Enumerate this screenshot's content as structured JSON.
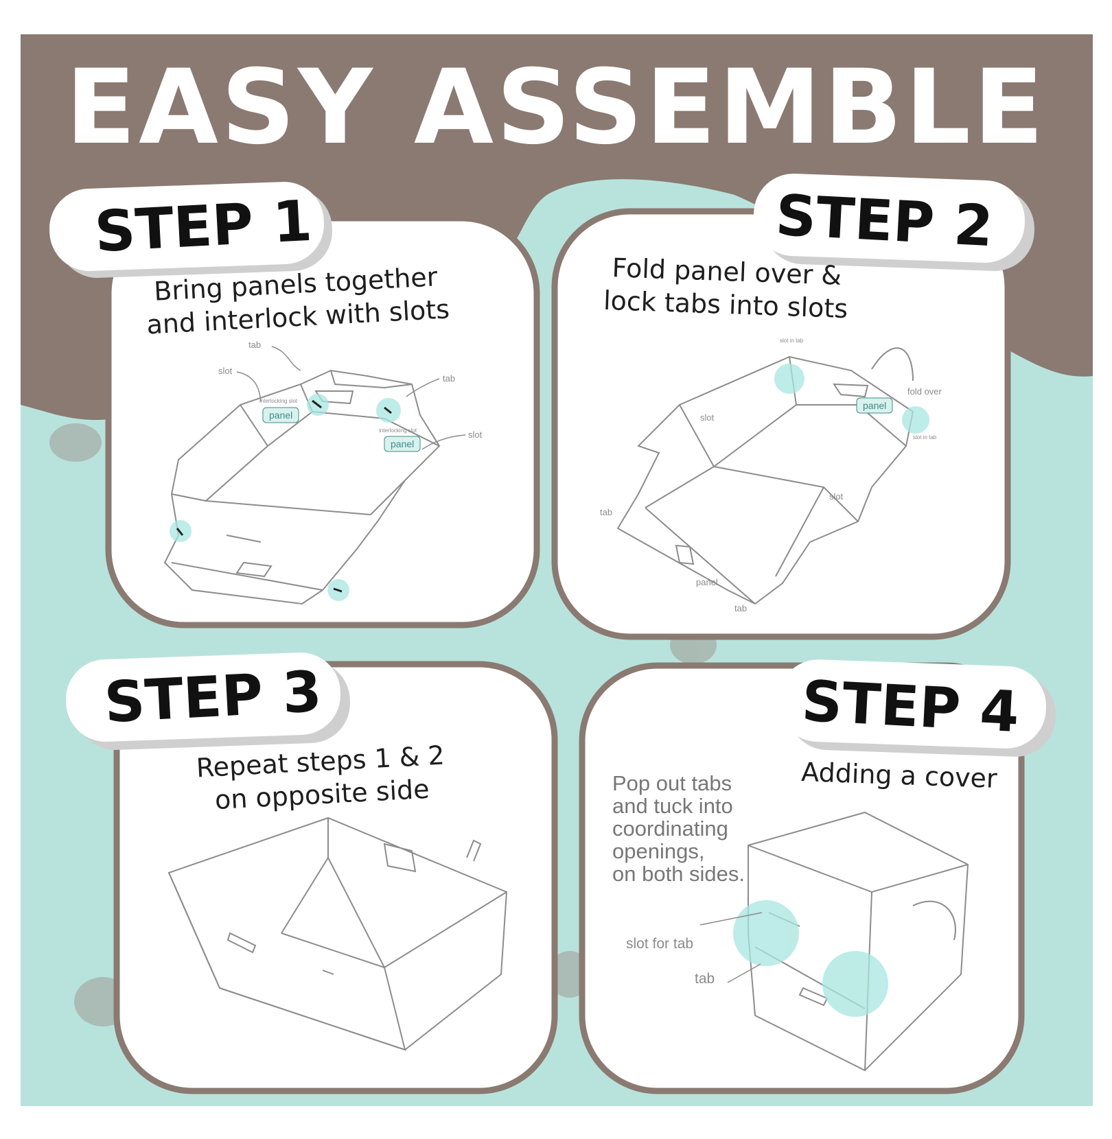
{
  "title": "EASY ASSEMBLE",
  "colors": {
    "brown": "#8a7a72",
    "mint": "#b8e3dc",
    "card": "#ffffff",
    "highlight": "#a8e6e0",
    "line": "#8c8c8c"
  },
  "steps": [
    {
      "label": "STEP 1",
      "instruction_lines": [
        "Bring panels together",
        "and interlock with slots"
      ],
      "callouts": {
        "tab_top": "tab",
        "slot_left": "slot",
        "tab_right": "tab",
        "slot_right": "slot",
        "interlocking_left": "interlocking slot",
        "interlocking_right": "interlocking slot",
        "panel_a": "panel",
        "panel_b": "panel"
      }
    },
    {
      "label": "STEP 2",
      "instruction_lines": [
        "Fold panel over &",
        "lock tabs into slots"
      ],
      "callouts": {
        "slot_in_tab_top": "slot in tab",
        "fold_over": "fold over",
        "panel": "panel",
        "slot_in_tab_right": "slot in tab",
        "slot_left": "slot",
        "slot_right": "slot",
        "tab_left": "tab",
        "panel_bottom": "panel",
        "tab_bottom": "tab"
      }
    },
    {
      "label": "STEP 3",
      "instruction_lines": [
        "Repeat steps 1 & 2",
        "on opposite side"
      ]
    },
    {
      "label": "STEP 4",
      "instruction_lines": [
        "Adding a cover"
      ],
      "note_lines": [
        "Pop out tabs",
        "and tuck into",
        "coordinating",
        "openings,",
        "on both sides."
      ],
      "callouts": {
        "slot_for_tab": "slot for tab",
        "tab": "tab"
      }
    }
  ]
}
